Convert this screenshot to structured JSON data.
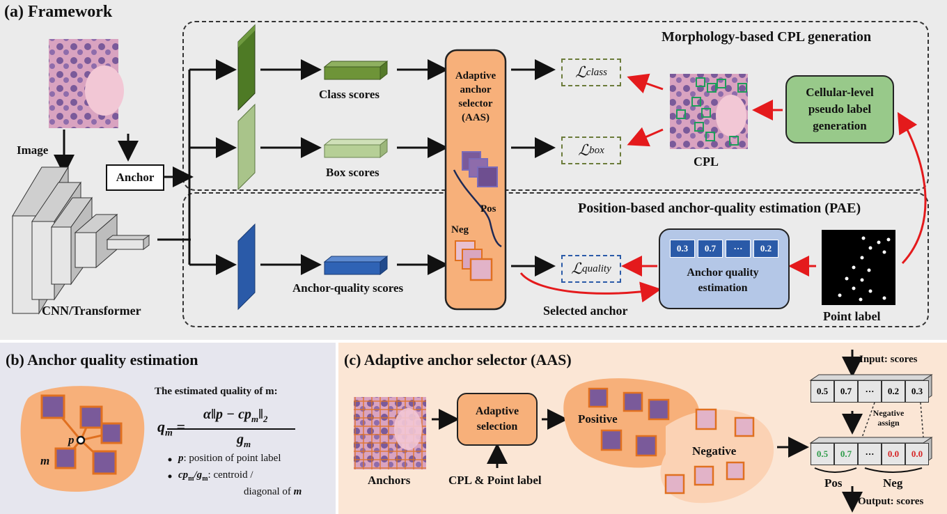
{
  "panel_a": {
    "title": "(a) Framework",
    "image_label": "Image",
    "anchor_label": "Anchor",
    "backbone_label": "CNN/Transformer",
    "cpl_region_title": "Morphology-based CPL generation",
    "pae_region_title": "Position-based anchor-quality estimation (PAE)",
    "class_scores": "Class scores",
    "box_scores": "Box scores",
    "quality_scores": "Anchor-quality scores",
    "aas_label": "Adaptive anchor selector (AAS)",
    "pos_label": "Pos",
    "neg_label": "Neg",
    "loss_class": "ℒ",
    "loss_class_sub": "class",
    "loss_box": "ℒ",
    "loss_box_sub": "box",
    "loss_quality": "ℒ",
    "loss_quality_sub": "quality",
    "cpl_label": "CPL",
    "cpl_gen_label": "Cellular-level pseudo label generation",
    "aqe_values": [
      "0.3",
      "0.7",
      "···",
      "0.2"
    ],
    "aqe_label": "Anchor quality estimation",
    "selected_anchor": "Selected anchor",
    "point_label": "Point label"
  },
  "panel_b": {
    "title": "(b) Anchor quality estimation",
    "formula_intro": "The estimated quality of m:",
    "formula_lhs": "q",
    "formula_lhs_sub": "m",
    "formula_num": "α‖p − cp",
    "formula_num_sub": "m",
    "formula_num_end": "‖",
    "formula_num_end_sub": "2",
    "formula_den": "g",
    "formula_den_sub": "m",
    "p_label": "p",
    "m_label": "m",
    "bullet1_var": "p",
    "bullet1_text": ": position of point label",
    "bullet2_var": "cp",
    "bullet2_var_sub": "m",
    "bullet2_var2": "/g",
    "bullet2_var2_sub": "m",
    "bullet2_text": ": centroid /",
    "bullet2_text2": "diagonal of",
    "bullet2_m": "m"
  },
  "panel_c": {
    "title": "(c) Adaptive anchor selector (AAS)",
    "anchors_label": "Anchors",
    "adaptive_selection": "Adaptive selection",
    "cpl_point_label": "CPL & Point label",
    "positive": "Positive",
    "negative": "Negative",
    "input_scores": "Input: scores",
    "output_scores": "Output: scores",
    "input_values": [
      "0.5",
      "0.7",
      "···",
      "0.2",
      "0.3"
    ],
    "output_values": [
      "0.5",
      "0.7",
      "···",
      "0.0",
      "0.0"
    ],
    "negative_assign": "Negative assign",
    "pos": "Pos",
    "neg": "Neg"
  },
  "colors": {
    "green_dark": "#5a7d2a",
    "green_light": "#a9c48a",
    "blue_dark": "#2a5aa8",
    "orange_fill": "#f7b07a",
    "red_arrow": "#e41a1c",
    "green_box": "#98c98a",
    "blue_box": "#b4c7e7",
    "positive_green": "#2e9c4a",
    "negative_red": "#d62728"
  }
}
